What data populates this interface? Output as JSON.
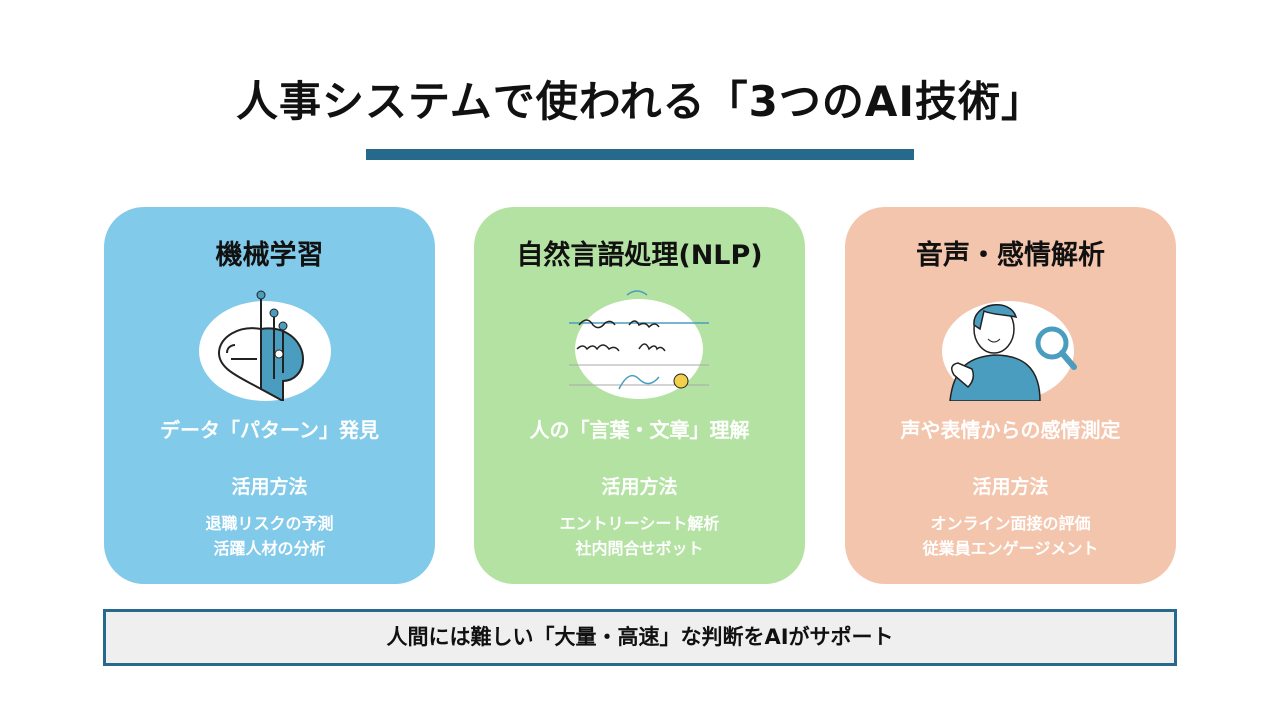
{
  "title": "人事システムで使われる「3つのAI技術」",
  "colors": {
    "accent": "#27698a",
    "card1": "#82caea",
    "card2": "#b4e2a2",
    "card3": "#f4c5ad"
  },
  "cards": [
    {
      "title": "機械学習",
      "icon": "brain-circuit-icon",
      "subtitle": "データ「パターン」発見",
      "uses_heading": "活用方法",
      "uses": [
        "退職リスクの予測",
        "活躍人材の分析"
      ]
    },
    {
      "title": "自然言語処理(NLP)",
      "icon": "handwriting-icon",
      "subtitle": "人の「言葉・文章」理解",
      "uses_heading": "活用方法",
      "uses": [
        "エントリーシート解析",
        "社内問合せボット"
      ]
    },
    {
      "title": "音声・感情解析",
      "icon": "person-magnifier-icon",
      "subtitle": "声や表情からの感情測定",
      "uses_heading": "活用方法",
      "uses": [
        "オンライン面接の評価",
        "従業員エンゲージメント"
      ]
    }
  ],
  "footer": "人間には難しい「大量・高速」な判断をAIがサポート"
}
